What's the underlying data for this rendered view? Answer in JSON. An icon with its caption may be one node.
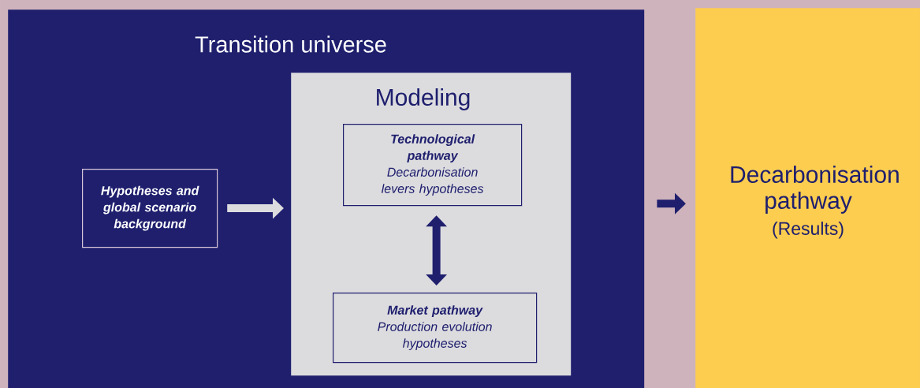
{
  "diagram": {
    "nodes": [
      {
        "text": [
          "Transition universe"
        ]
      },
      {
        "text": [
          "Hypotheses and global scenario background"
        ],
        "in": 0
      },
      {
        "text": [
          "Modeling"
        ],
        "in": 0
      },
      {
        "text": [
          "Technological pathway",
          "Decarbonisation levers hypotheses"
        ],
        "in": 2
      },
      {
        "text": [
          "Market pathway",
          "Production evolution hypotheses"
        ],
        "in": 2
      },
      {
        "text": [
          "Decarbonisation pathway",
          "(Results)"
        ]
      }
    ],
    "edges": [
      {
        "from": 1,
        "to": 2,
        "arrow": "to",
        "color": "#dcdcdf"
      },
      {
        "from": 3,
        "to": 4,
        "arrow": "both"
      },
      {
        "from": 0,
        "to": 5,
        "arrow": "to"
      }
    ]
  }
}
